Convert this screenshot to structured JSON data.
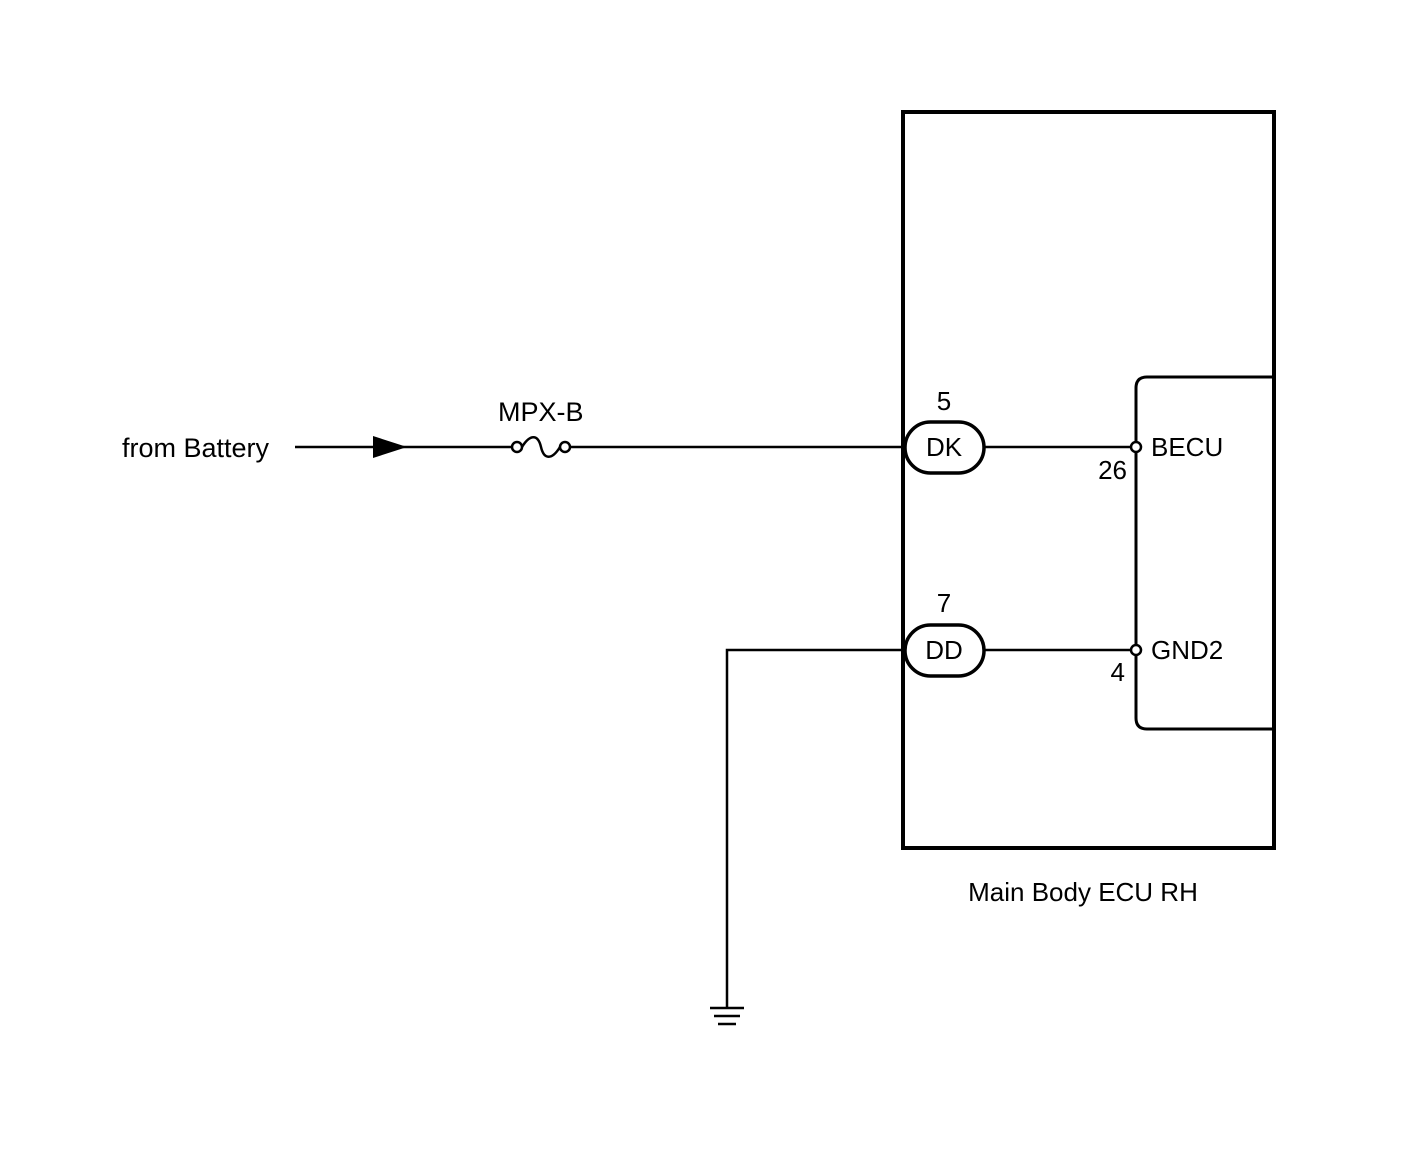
{
  "source": {
    "label": "from Battery"
  },
  "fuse": {
    "label": "MPX-B"
  },
  "connectors": [
    {
      "id": "DK",
      "pin": "5"
    },
    {
      "id": "DD",
      "pin": "7"
    }
  ],
  "terminals": [
    {
      "name": "BECU",
      "pin": "26"
    },
    {
      "name": "GND2",
      "pin": "4"
    }
  ],
  "ecu": {
    "label": "Main Body ECU RH"
  },
  "colors": {
    "line": "#000000",
    "background": "#ffffff"
  },
  "icons": {
    "ground": "ground-symbol-icon",
    "arrow": "arrow-right-icon",
    "fuse": "fuse-icon"
  }
}
